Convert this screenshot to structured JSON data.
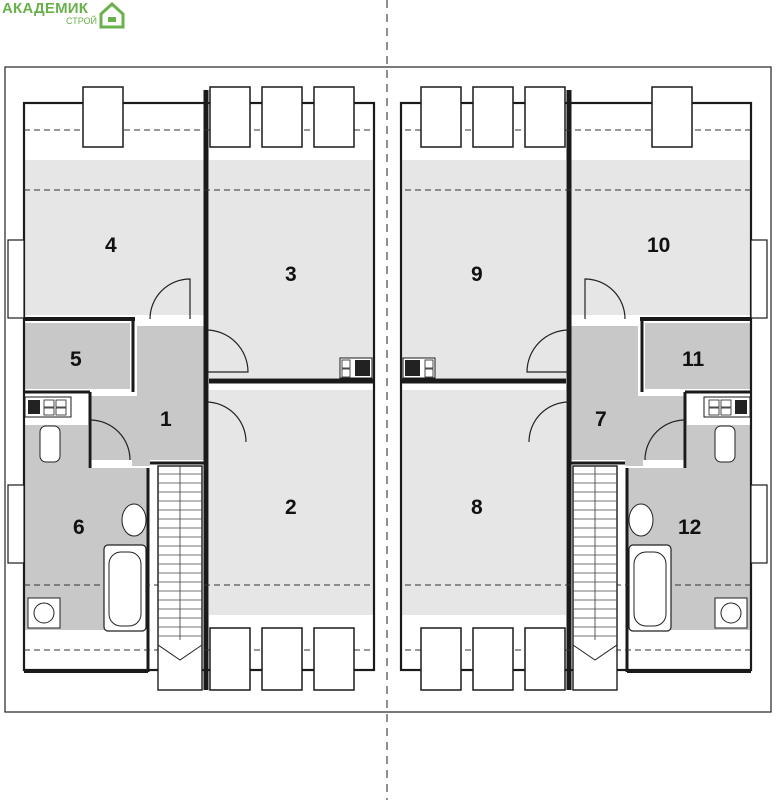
{
  "logo": {
    "title": "АКАДЕМИК",
    "subtitle": "СТРОЙ",
    "brand_color": "#6ab04c"
  },
  "rooms": [
    {
      "id": "1",
      "label": "1"
    },
    {
      "id": "2",
      "label": "2"
    },
    {
      "id": "3",
      "label": "3"
    },
    {
      "id": "4",
      "label": "4"
    },
    {
      "id": "5",
      "label": "5"
    },
    {
      "id": "6",
      "label": "6"
    },
    {
      "id": "7",
      "label": "7"
    },
    {
      "id": "8",
      "label": "8"
    },
    {
      "id": "9",
      "label": "9"
    },
    {
      "id": "10",
      "label": "10"
    },
    {
      "id": "11",
      "label": "11"
    },
    {
      "id": "12",
      "label": "12"
    }
  ],
  "colors": {
    "wall": "#1a1a1a",
    "light_floor": "#e6e6e6",
    "dark_floor": "#c8c8c8",
    "line": "#222222"
  }
}
